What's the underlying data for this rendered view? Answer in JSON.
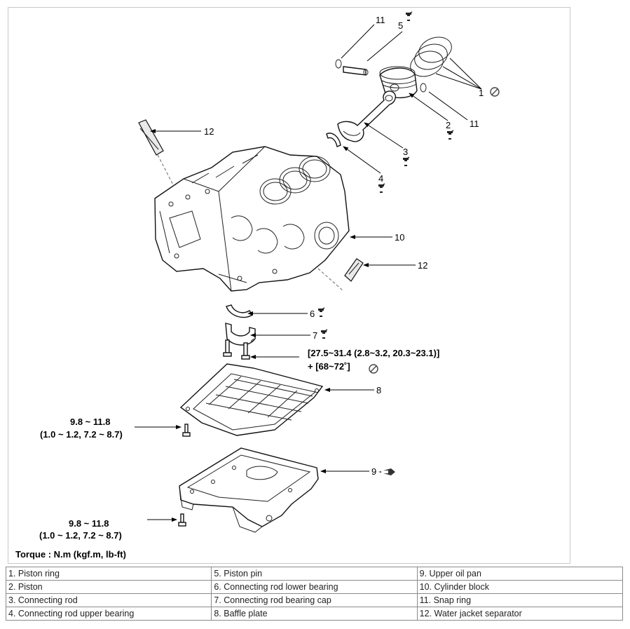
{
  "callouts": {
    "c1": "1",
    "c2": "2",
    "c3": "3",
    "c4": "4",
    "c5": "5",
    "c6": "6",
    "c7": "7",
    "c8": "8",
    "c9": "9",
    "c10": "10",
    "c11a": "11",
    "c11b": "11",
    "c12a": "12",
    "c12b": "12"
  },
  "torque": {
    "rod_cap_line1": "[27.5~31.4 (2.8~3.2, 20.3~23.1)]",
    "rod_cap_line2": "+ [68~72˚]",
    "baffle_line1": "9.8 ~ 11.8",
    "baffle_line2": "(1.0 ~ 1.2, 7.2 ~ 8.7)",
    "oilpan_line1": "9.8 ~ 11.8",
    "oilpan_line2": "(1.0 ~ 1.2, 7.2 ~ 8.7)",
    "units": "Torque : N.m (kgf.m, lb-ft)"
  },
  "icons": {
    "oil_can": "engine-oil-icon",
    "do_not_reuse": "no-reuse-icon",
    "sealant": "sealant-tube-icon"
  },
  "legend": {
    "rows": [
      [
        "1. Piston ring",
        "5. Piston pin",
        "9. Upper oil pan"
      ],
      [
        "2. Piston",
        "6. Connecting rod lower bearing",
        "10. Cylinder block"
      ],
      [
        "3. Connecting rod",
        "7. Connecting rod bearing cap",
        "11. Snap ring"
      ],
      [
        "4. Connecting rod upper bearing",
        "8. Baffle plate",
        "12. Water jacket separator"
      ]
    ]
  }
}
